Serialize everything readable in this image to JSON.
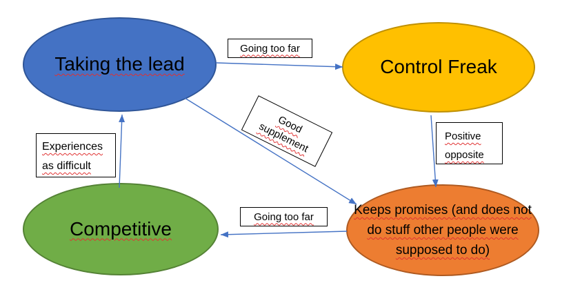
{
  "arrow_color": "#4472C4",
  "misspell_color": "#E03131",
  "nodes": {
    "taking_the_lead": {
      "label": "Taking the lead",
      "fill": "#4472C4",
      "border": "#2F5597"
    },
    "control_freak": {
      "label": "Control Freak",
      "fill": "#FFC000",
      "border": "#BF9000"
    },
    "competitive": {
      "label": "Competitive",
      "fill": "#70AD47",
      "border": "#548235"
    },
    "keeps_promises": {
      "label_lines": [
        "Keeps promises (and does not",
        "do stuff other people were",
        "supposed to do)"
      ],
      "fill": "#ED7D31",
      "border": "#AE5A21"
    }
  },
  "edge_labels": {
    "going_too_far_top": "Going too far",
    "going_too_far_bottom": "Going too far",
    "good_supplement": {
      "line1": "Good",
      "line2": "supplement"
    },
    "positive_opposite": {
      "line1": "Positive",
      "line2": "opposite"
    },
    "experiences_as_difficult": {
      "line1": "Experiences",
      "line2": "as difficult"
    }
  },
  "edges": [
    {
      "from": "taking_the_lead",
      "to": "control_freak",
      "label": "Going too far"
    },
    {
      "from": "taking_the_lead",
      "to": "keeps_promises",
      "label": "Good supplement"
    },
    {
      "from": "control_freak",
      "to": "keeps_promises",
      "label": "Positive opposite"
    },
    {
      "from": "keeps_promises",
      "to": "competitive",
      "label": "Going too far"
    },
    {
      "from": "competitive",
      "to": "taking_the_lead",
      "label": "Experiences as difficult"
    }
  ]
}
